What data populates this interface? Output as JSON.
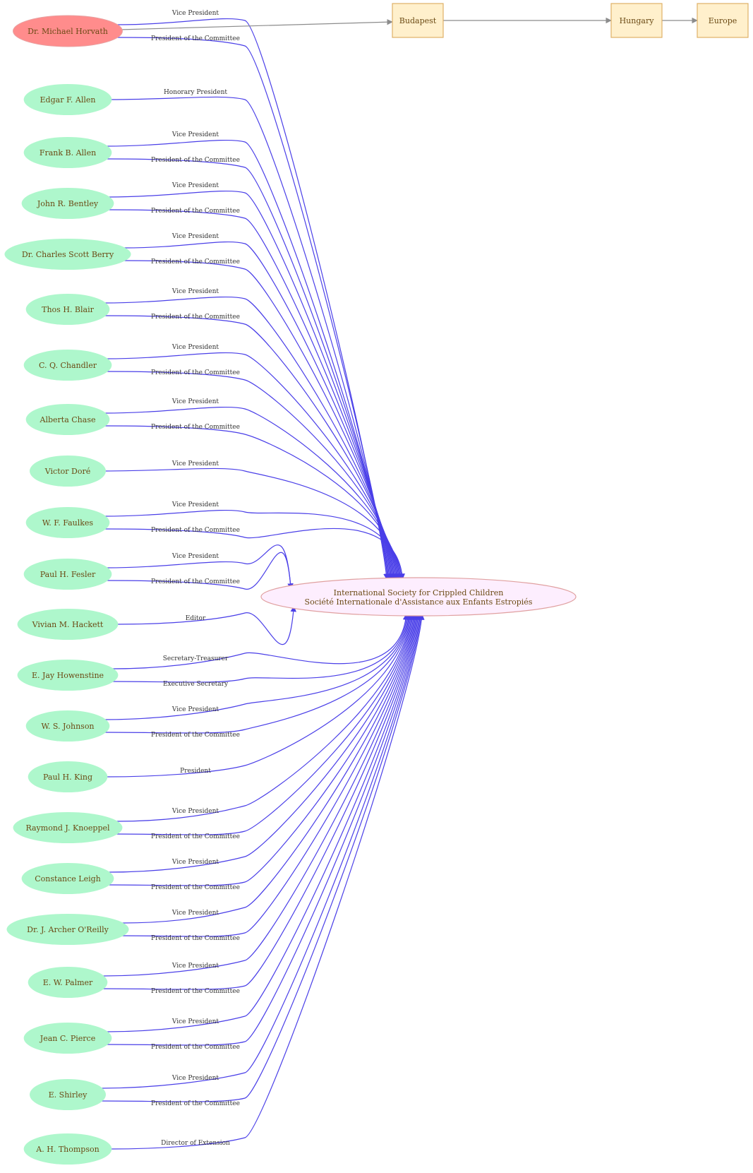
{
  "colors": {
    "edge": "#4a3fe8",
    "edge_gray": "#8c8c8c",
    "person_fill": "#aef7cc",
    "focal_fill": "#ff8c8c",
    "org_fill": "#fdeefe",
    "org_stroke": "#e0a0a0",
    "place_fill": "#fff0cc",
    "place_stroke": "#deb067",
    "label_text": "#6b4a14"
  },
  "organization": {
    "line1": "International Society for Crippled Children",
    "line2": "Société Internationale d'Assistance aux Enfants Estropiés"
  },
  "places": [
    {
      "id": "budapest",
      "label": "Budapest"
    },
    {
      "id": "hungary",
      "label": "Hungary"
    },
    {
      "id": "europe",
      "label": "Europe"
    }
  ],
  "people": [
    {
      "id": "horvath",
      "label": "Dr. Michael Horvath",
      "focal": true,
      "roles": [
        "Vice President",
        "President of the Committee"
      ]
    },
    {
      "id": "allen-e",
      "label": "Edgar F. Allen",
      "roles": [
        "Honorary President"
      ]
    },
    {
      "id": "allen-f",
      "label": "Frank B. Allen",
      "roles": [
        "Vice President",
        "President of the Committee"
      ]
    },
    {
      "id": "bentley",
      "label": "John R. Bentley",
      "roles": [
        "Vice President",
        "President of the Committee"
      ]
    },
    {
      "id": "berry",
      "label": "Dr. Charles Scott Berry",
      "roles": [
        "Vice President",
        "President of the Committee"
      ]
    },
    {
      "id": "blair",
      "label": "Thos H. Blair",
      "roles": [
        "Vice President",
        "President of the Committee"
      ]
    },
    {
      "id": "chandler",
      "label": "C. Q. Chandler",
      "roles": [
        "Vice President",
        "President of the Committee"
      ]
    },
    {
      "id": "chase",
      "label": "Alberta Chase",
      "roles": [
        "Vice President",
        "President of the Committee"
      ]
    },
    {
      "id": "dore",
      "label": "Victor Doré",
      "roles": [
        "Vice President"
      ]
    },
    {
      "id": "faulkes",
      "label": "W. F. Faulkes",
      "roles": [
        "Vice President",
        "President of the Committee"
      ]
    },
    {
      "id": "fesler",
      "label": "Paul H. Fesler",
      "roles": [
        "Vice President",
        "President of the Committee"
      ]
    },
    {
      "id": "hackett",
      "label": "Vivian M. Hackett",
      "roles": [
        "Editor"
      ]
    },
    {
      "id": "howenstine",
      "label": "E. Jay Howenstine",
      "roles": [
        "Secretary-Treasurer",
        "Executive Secretary"
      ]
    },
    {
      "id": "johnson",
      "label": "W. S. Johnson",
      "roles": [
        "Vice President",
        "President of the Committee"
      ]
    },
    {
      "id": "king",
      "label": "Paul H. King",
      "roles": [
        "President"
      ]
    },
    {
      "id": "knoeppel",
      "label": "Raymond J. Knoeppel",
      "roles": [
        "Vice President",
        "President of the Committee"
      ]
    },
    {
      "id": "leigh",
      "label": "Constance Leigh",
      "roles": [
        "Vice President",
        "President of the Committee"
      ]
    },
    {
      "id": "oreilly",
      "label": "Dr. J. Archer O'Reilly",
      "roles": [
        "Vice President",
        "President of the Committee"
      ]
    },
    {
      "id": "palmer",
      "label": "E. W. Palmer",
      "roles": [
        "Vice President",
        "President of the Committee"
      ]
    },
    {
      "id": "pierce",
      "label": "Jean C. Pierce",
      "roles": [
        "Vice President",
        "President of the Committee"
      ]
    },
    {
      "id": "shirley",
      "label": "E. Shirley",
      "roles": [
        "Vice President",
        "President of the Committee"
      ]
    },
    {
      "id": "thompson",
      "label": "A. H. Thompson",
      "roles": [
        "Director of Extension"
      ]
    }
  ]
}
